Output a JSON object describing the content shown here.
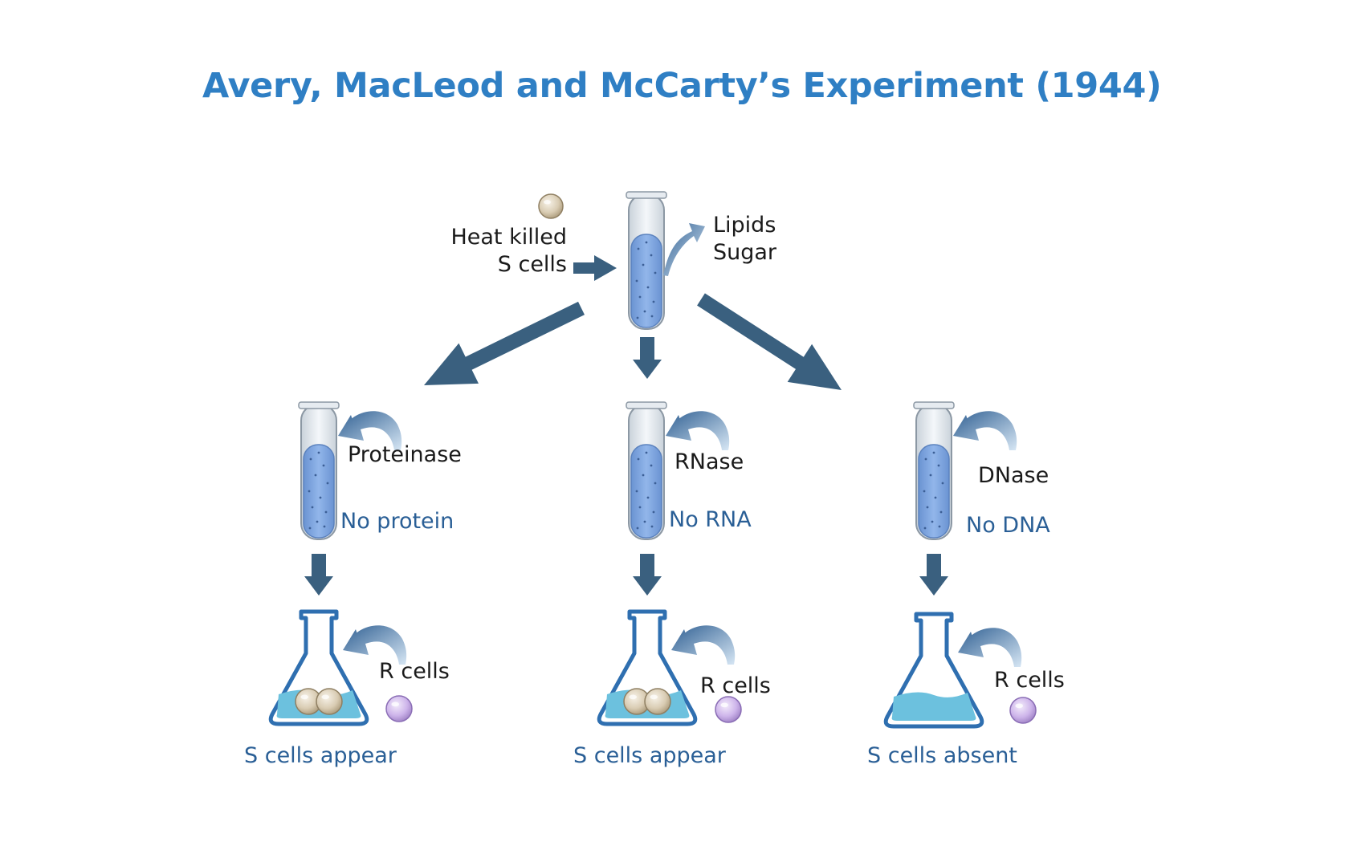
{
  "title": "Avery, MacLeod and McCarty’s Experiment (1944)",
  "top": {
    "input_line1": "Heat killed",
    "input_line2": "S cells",
    "removed_line1": "Lipids",
    "removed_line2": "Sugar"
  },
  "branches": [
    {
      "enzyme": "Proteinase",
      "removed": "No protein",
      "added": "R cells",
      "outcome": "S cells appear",
      "s_cells_present": true
    },
    {
      "enzyme": "RNase",
      "removed": "No RNA",
      "added": "R cells",
      "outcome": "S cells appear",
      "s_cells_present": true
    },
    {
      "enzyme": "DNase",
      "removed": "No DNA",
      "added": "R cells",
      "outcome": "S cells absent",
      "s_cells_present": false
    }
  ],
  "colors": {
    "title": "#2f7fc4",
    "arrow": "#3a607f",
    "tube_liquid": "#7ea6de",
    "flask_outline": "#2f6fb0",
    "flask_liquid": "#6cc1de",
    "s_cell": "#d8ccb4",
    "r_cell": "#c8aee8",
    "result_text": "#2a5f96"
  }
}
